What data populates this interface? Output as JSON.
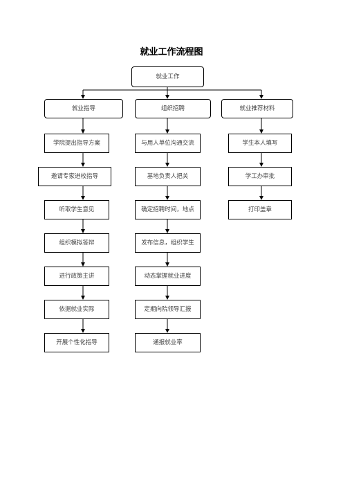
{
  "title": "就业工作流程图",
  "root": "就业工作",
  "columns": [
    {
      "header": "就业指导",
      "steps": [
        "学院提出指导方案",
        "邀请专家进校指导",
        "听取学生意见",
        "组织模拟答辩",
        "进行政策主讲",
        "依据就业实际",
        "开展个性化指导"
      ]
    },
    {
      "header": "组织招聘",
      "steps": [
        "与用人单位沟通交流",
        "基地负责人把关",
        "确定招聘时间，地点",
        "发布信息，组织学生",
        "动态掌握就业进度",
        "定期向院领导汇报",
        "通报就业率"
      ]
    },
    {
      "header": "就业推荐材料",
      "steps": [
        "学生本人填写",
        "学工办审批",
        "打印盖章"
      ]
    }
  ]
}
